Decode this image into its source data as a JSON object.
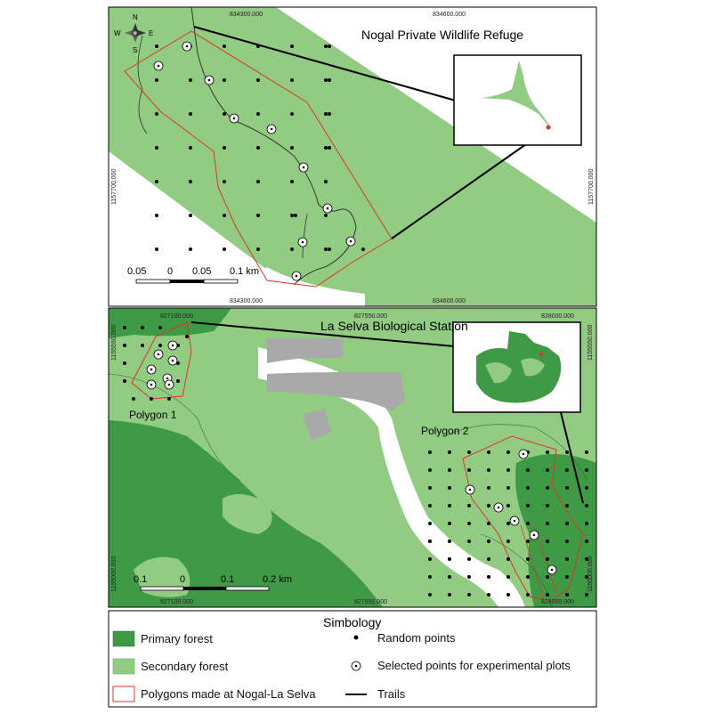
{
  "top_panel": {
    "title": "Nogal Private Wildlife Refuge",
    "coords_top": [
      "834300.000",
      "834600.000"
    ],
    "coords_bottom": [
      "834300.000",
      "834600.000"
    ],
    "coords_left": "1157700.000",
    "coords_right": "1157700.000",
    "compass": {
      "n": "N",
      "s": "S",
      "e": "E",
      "w": "W"
    },
    "scale": {
      "ticks": [
        "0.05",
        "0",
        "0.05",
        "0.1 km"
      ]
    }
  },
  "bottom_panel": {
    "title": "La Selva Biological Station",
    "coords_top": [
      "827100.000",
      "827550.000",
      "828000.000"
    ],
    "coords_bottom": [
      "827100.000",
      "827550.000",
      "828000.000"
    ],
    "coords_left": [
      "1155550.000",
      "1155000.000"
    ],
    "coords_right": [
      "1155550.000",
      "1155000.000"
    ],
    "polygon_labels": [
      "Polygon 1",
      "Polygon 2"
    ],
    "scale": {
      "ticks": [
        "0.1",
        "0",
        "0.1",
        "0.2 km"
      ]
    }
  },
  "legend": {
    "title": "Simbology",
    "items": {
      "primary": "Primary forest",
      "secondary": "Secondary forest",
      "polygons": "Polygons made at Nogal-La Selva",
      "random": "Random points",
      "selected": "Selected points for experimental plots",
      "trails": "Trails"
    }
  },
  "colors": {
    "primary_forest": "#3f9a45",
    "secondary_forest": "#92cc82",
    "polygon": "#d9372b",
    "river": "#ffffff",
    "grey_area": "#a9a9a9"
  }
}
